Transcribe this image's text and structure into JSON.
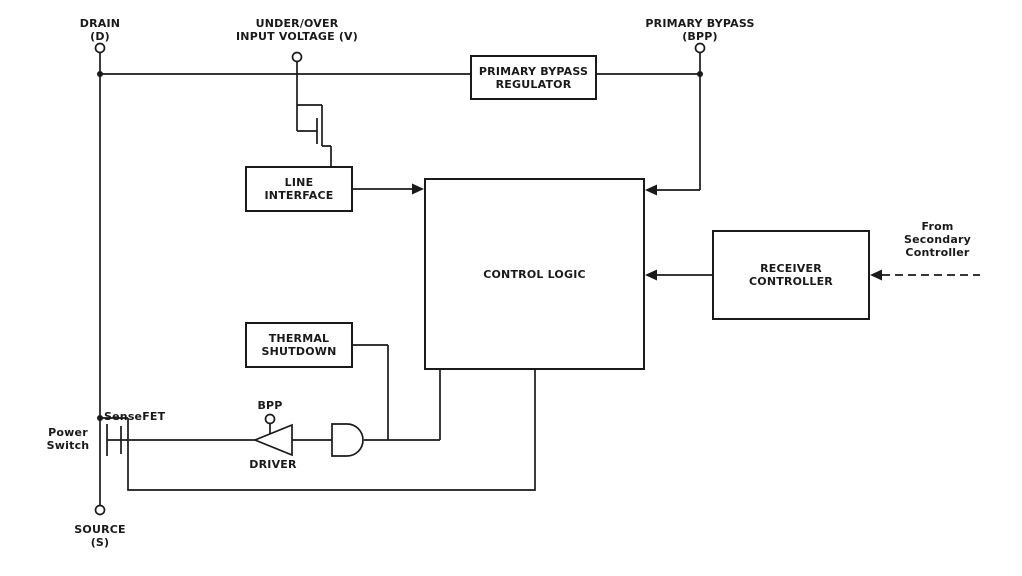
{
  "diagram": {
    "pins": {
      "drain": "DRAIN\n(D)",
      "input_voltage": "UNDER/OVER\nINPUT VOLTAGE (V)",
      "primary_bypass": "PRIMARY BYPASS\n(BPP)",
      "source": "SOURCE\n(S)"
    },
    "blocks": {
      "primary_bypass_regulator": "PRIMARY BYPASS\nREGULATOR",
      "line_interface": "LINE\nINTERFACE",
      "control_logic": "CONTROL LOGIC",
      "receiver_controller": "RECEIVER\nCONTROLLER",
      "thermal_shutdown": "THERMAL\nSHUTDOWN"
    },
    "labels": {
      "power_switch": "Power\nSwitch",
      "sensefet": "SenseFET",
      "bpp_node": "BPP",
      "driver": "DRIVER",
      "from_secondary": "From\nSecondary\nController"
    },
    "colors": {
      "line": "#1a1a1a",
      "background": "#ffffff"
    }
  }
}
